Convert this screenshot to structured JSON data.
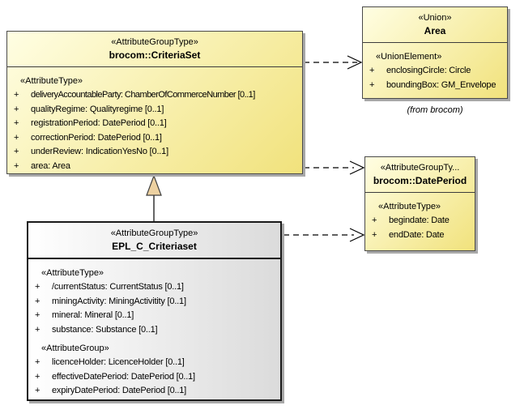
{
  "boxes": {
    "criteriaSet": {
      "stereotype": "«AttributeGroupType»",
      "name": "brocom::CriteriaSet",
      "sections": [
        {
          "stereotype": "«AttributeType»",
          "attributes": [
            {
              "vis": "+",
              "label": "deliveryAccountableParty: ChamberOfCommerceNumber [0..1]"
            },
            {
              "vis": "+",
              "label": "qualityRegime: Qualityregime [0..1]"
            },
            {
              "vis": "+",
              "label": "registrationPeriod: DatePeriod [0..1]"
            },
            {
              "vis": "+",
              "label": "correctionPeriod: DatePeriod [0..1]"
            },
            {
              "vis": "+",
              "label": "underReview: IndicationYesNo [0..1]"
            },
            {
              "vis": "+",
              "label": "area: Area"
            }
          ]
        }
      ]
    },
    "area": {
      "stereotype": "«Union»",
      "name": "Area",
      "note": "(from brocom)",
      "sections": [
        {
          "stereotype": "«UnionElement»",
          "attributes": [
            {
              "vis": "+",
              "label": "enclosingCircle: Circle"
            },
            {
              "vis": "+",
              "label": "boundingBox: GM_Envelope"
            }
          ]
        }
      ]
    },
    "datePeriod": {
      "stereotype": "«AttributeGroupTy...",
      "name": "brocom::DatePeriod",
      "sections": [
        {
          "stereotype": "«AttributeType»",
          "attributes": [
            {
              "vis": "+",
              "label": "begindate: Date"
            },
            {
              "vis": "+",
              "label": "endDate: Date"
            }
          ]
        }
      ]
    },
    "epl": {
      "stereotype": "«AttributeGroupType»",
      "name": "EPL_C_Criteriaset",
      "sections": [
        {
          "stereotype": "«AttributeType»",
          "attributes": [
            {
              "vis": "+",
              "label": "/currentStatus: CurrentStatus [0..1]"
            },
            {
              "vis": "+",
              "label": "miningActivity: MiningActivitity [0..1]"
            },
            {
              "vis": "+",
              "label": "mineral: Mineral [0..1]"
            },
            {
              "vis": "+",
              "label": "substance: Substance [0..1]"
            }
          ]
        },
        {
          "stereotype": "«AttributeGroup»",
          "attributes": [
            {
              "vis": "+",
              "label": "licenceHolder: LicenceHolder [0..1]"
            },
            {
              "vis": "+",
              "label": "effectiveDatePeriod: DatePeriod [0..1]"
            },
            {
              "vis": "+",
              "label": "expiryDatePeriod: DatePeriod [0..1]"
            }
          ]
        }
      ]
    }
  },
  "connectors": [
    {
      "type": "dependency",
      "from": "brocom::CriteriaSet",
      "to": "Area",
      "line": "dashed",
      "arrowhead": "open"
    },
    {
      "type": "dependency",
      "from": "brocom::CriteriaSet",
      "to": "brocom::DatePeriod",
      "line": "dashed",
      "arrowhead": "open"
    },
    {
      "type": "dependency",
      "from": "EPL_C_Criteriaset",
      "to": "brocom::DatePeriod",
      "line": "dashed",
      "arrowhead": "open"
    },
    {
      "type": "generalization",
      "from": "EPL_C_Criteriaset",
      "to": "brocom::CriteriaSet",
      "line": "solid",
      "arrowhead": "triangle"
    }
  ],
  "colors": {
    "box_fill_light": "#FFFEE3",
    "box_fill_dark": "#F1E27C",
    "epl_fill_light": "#FFFFFF",
    "epl_fill_dark": "#DBDBDB",
    "border": "#4A4A4A",
    "shadow": "#A8A8A8",
    "triangle_fill": "#EDD1A1",
    "background": "#FFFFFF"
  }
}
